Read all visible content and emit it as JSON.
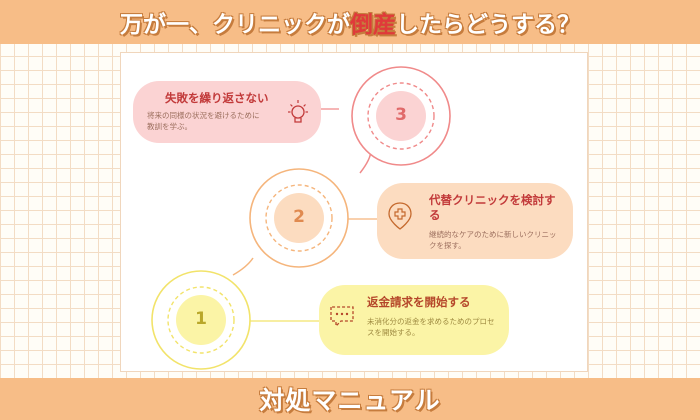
{
  "header": {
    "title_part1": "万が一、クリニックが",
    "title_highlight": "倒産",
    "title_part2": "したらどうする？"
  },
  "footer": {
    "title": "対処マニュアル"
  },
  "steps": [
    {
      "number": "1",
      "title": "返金請求を開始する",
      "description": "未消化分の返金を求めるためのプロセスを開始する。",
      "icon": "chat-bubble-icon"
    },
    {
      "number": "2",
      "title": "代替クリニックを検討する",
      "description": "継続的なケアのために新しいクリニックを探す。",
      "icon": "medical-cross-icon"
    },
    {
      "number": "3",
      "title": "失敗を繰り返さない",
      "description": "将来の同様の状況を避けるために教訓を学ぶ。",
      "icon": "lightbulb-icon"
    }
  ],
  "colors": {
    "band": "#f7bd87",
    "step1": "#f2e36a",
    "step2": "#f5b57c",
    "step3": "#f08a8a",
    "pill1": "#fbf4a6",
    "pill2": "#fcdcc0",
    "pill3": "#fbd3d3"
  }
}
